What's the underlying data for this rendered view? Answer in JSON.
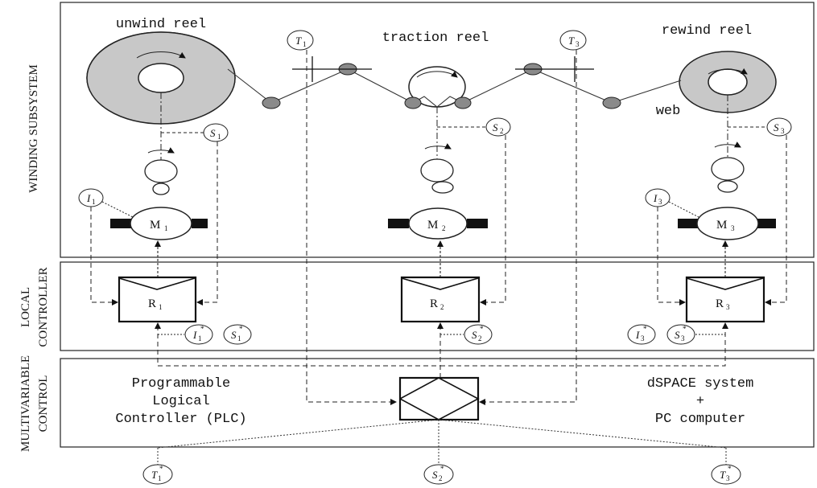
{
  "sections": {
    "winding": "WINDING SUBSYSTEM",
    "local_1": "LOCAL",
    "local_2": "CONTROLLER",
    "multi_1": "MULTIVARIABLE",
    "multi_2": "CONTROL"
  },
  "reels": {
    "unwind": "unwind reel",
    "traction": "traction reel",
    "rewind": "rewind reel"
  },
  "web_label": "web",
  "tension_sensors": {
    "t1": {
      "sym": "T",
      "sub": "1"
    },
    "t3": {
      "sym": "T",
      "sub": "3"
    }
  },
  "speed_sensors": {
    "s1": {
      "sym": "S",
      "sub": "1"
    },
    "s2": {
      "sym": "S",
      "sub": "2"
    },
    "s3": {
      "sym": "S",
      "sub": "3"
    }
  },
  "current_sensors": {
    "i1": {
      "sym": "I",
      "sub": "1"
    },
    "i3": {
      "sym": "I",
      "sub": "3"
    }
  },
  "motors": {
    "m1": {
      "sym": "M",
      "sub": "1"
    },
    "m2": {
      "sym": "M",
      "sub": "2"
    },
    "m3": {
      "sym": "M",
      "sub": "3"
    }
  },
  "regulators": {
    "r1": {
      "sym": "R",
      "sub": "1"
    },
    "r2": {
      "sym": "R",
      "sub": "2"
    },
    "r3": {
      "sym": "R",
      "sub": "3"
    }
  },
  "references": {
    "i1s": {
      "sym": "I",
      "sub": "1",
      "sup": "*"
    },
    "s1s": {
      "sym": "S",
      "sub": "1",
      "sup": "*"
    },
    "s2s": {
      "sym": "S",
      "sub": "2",
      "sup": "*"
    },
    "i3s": {
      "sym": "I",
      "sub": "3",
      "sup": "*"
    },
    "s3s": {
      "sym": "S",
      "sub": "3",
      "sup": "*"
    },
    "t1s": {
      "sym": "T",
      "sub": "1",
      "sup": "*"
    },
    "s2s_b": {
      "sym": "S",
      "sub": "2",
      "sup": "*"
    },
    "t3s": {
      "sym": "T",
      "sub": "3",
      "sup": "*"
    }
  },
  "plc_text": [
    "Programmable",
    "Logical",
    "Controller (PLC)"
  ],
  "dspace_text": [
    "dSPACE system",
    "+",
    "PC computer"
  ]
}
